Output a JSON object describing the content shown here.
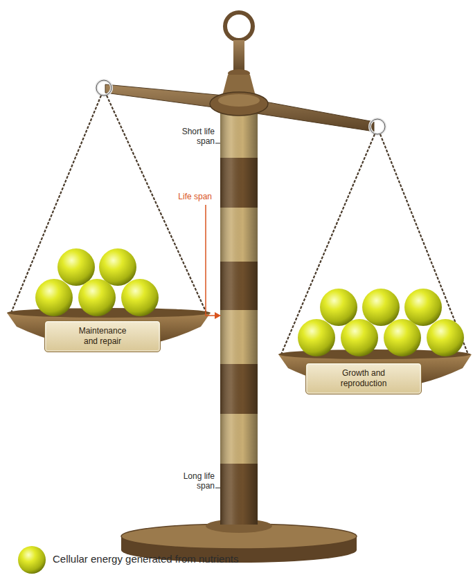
{
  "diagram": {
    "nodes": [
      {
        "text": [
          "Maintenance and repair"
        ]
      },
      {
        "text": [
          "Growth and reproduction"
        ]
      }
    ],
    "labels": [
      "Short life span",
      "Life span",
      "Long life span"
    ],
    "legend": [
      {
        "text": "Cellular energy generated from nutrients"
      }
    ]
  }
}
